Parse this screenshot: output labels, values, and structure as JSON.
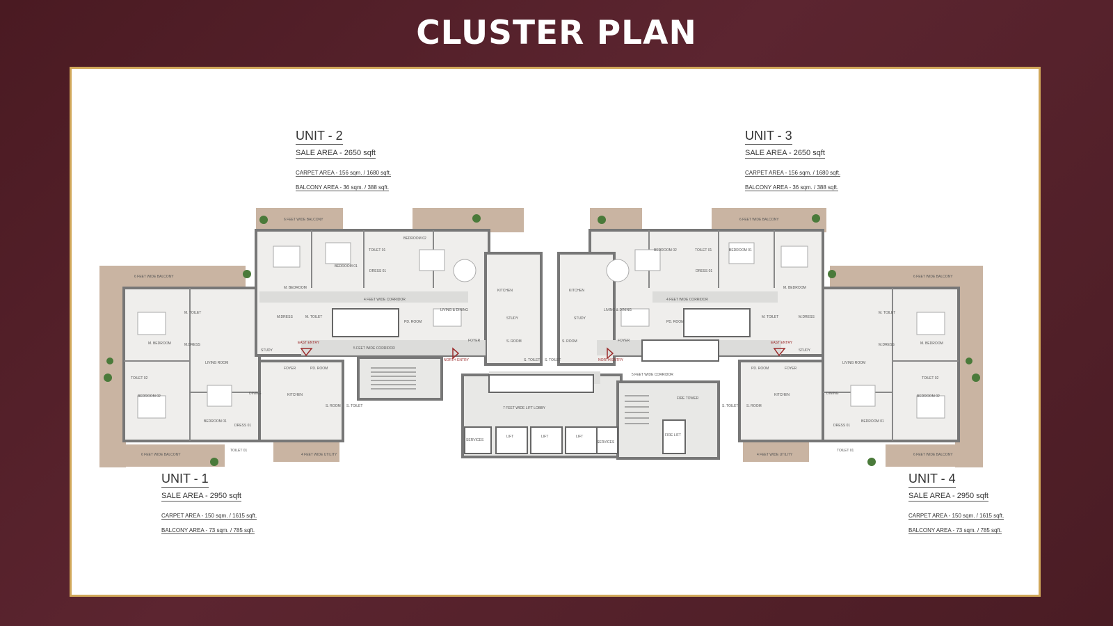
{
  "page": {
    "title": "CLUSTER PLAN"
  },
  "units": [
    {
      "id": "unit2",
      "name": "UNIT - 2",
      "sale": "SALE AREA - 2650 sqft",
      "carpet": "CARPET AREA - 156 sqm. / 1680 sqft.",
      "balcony": "BALCONY AREA - 36 sqm. / 388 sqft."
    },
    {
      "id": "unit3",
      "name": "UNIT - 3",
      "sale": "SALE AREA - 2650 sqft",
      "carpet": "CARPET AREA - 156 sqm. / 1680 sqft.",
      "balcony": "BALCONY AREA - 36 sqm. / 388 sqft."
    },
    {
      "id": "unit1",
      "name": "UNIT - 1",
      "sale": "SALE AREA - 2950 sqft",
      "carpet": "CARPET AREA - 150 sqm. / 1615 sqft.",
      "balcony": "BALCONY AREA - 73 sqm. / 785 sqft."
    },
    {
      "id": "unit4",
      "name": "UNIT - 4",
      "sale": "SALE AREA - 2950 sqft",
      "carpet": "CARPET AREA - 150 sqm. / 1615 sqft.",
      "balcony": "BALCONY AREA - 73 sqm. / 785 sqft."
    }
  ],
  "plan_labels": {
    "balcony_6ft": "6 FEET WIDE BALCONY",
    "corridor_4ft": "4 FEET WIDE CORRIDOR",
    "corridor_5ft": "5 FEET WIDE CORRIDOR",
    "lobby": "7 FEET WIDE LIFT LOBBY",
    "utility_4ft": "4 FEET WIDE UTILITY",
    "lift": "LIFT",
    "services": "SERVICES",
    "fire_tower": "FIRE TOWER",
    "fire_lift": "FIRE LIFT",
    "east_entry": "EAST ENTRY",
    "north_entry": "NORTH ENTRY",
    "living_dining": "LIVING & DINING",
    "living_room": "LIVING ROOM",
    "m_bedroom": "M. BEDROOM",
    "bedroom_01": "BEDROOM 01",
    "bedroom_02": "BEDROOM 02",
    "kitchen": "KITCHEN",
    "study": "STUDY",
    "foyer": "FOYER",
    "dining": "DINING",
    "s_room": "S. ROOM",
    "pd_room": "PD. ROOM",
    "m_toilet": "M. TOILET",
    "m_dress": "M.DRESS",
    "toilet_01": "TOILET 01",
    "toilet_02": "TOILET 02",
    "dress_01": "DRESS 01",
    "s_toilet": "S. TOILET"
  }
}
